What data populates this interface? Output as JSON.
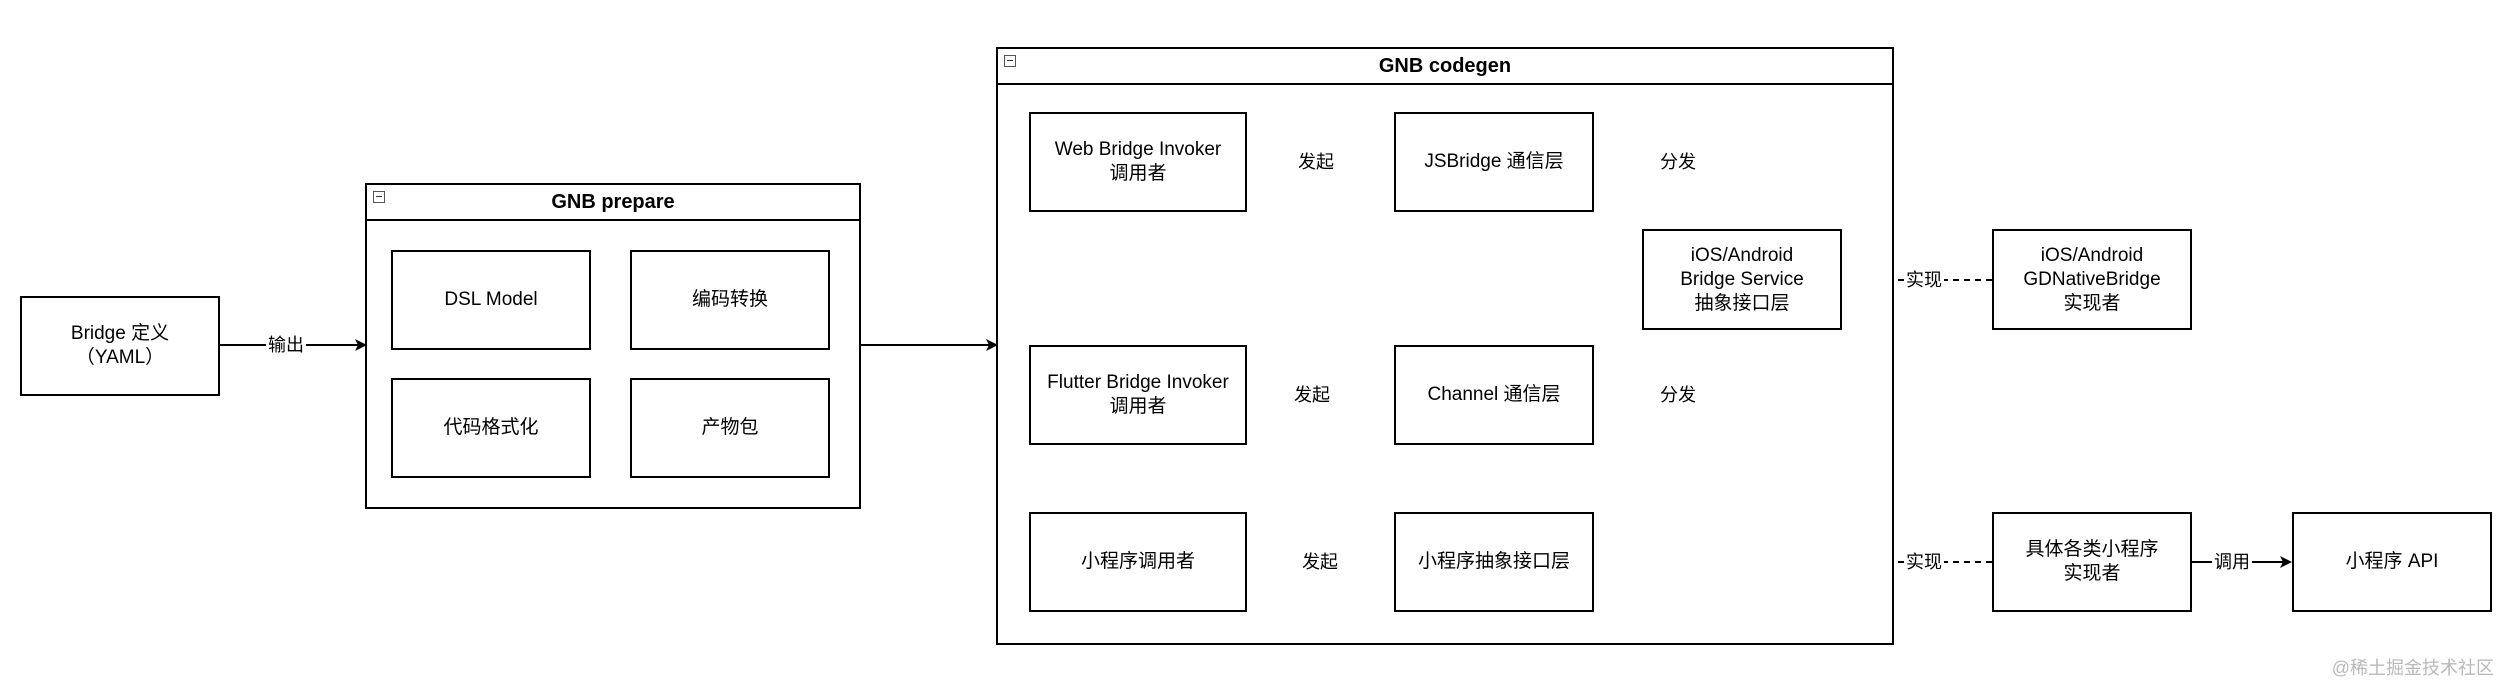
{
  "nodes": {
    "bridge_def": "Bridge 定义\n（YAML）",
    "dsl_model": "DSL Model",
    "encode_convert": "编码转换",
    "code_format": "代码格式化",
    "product_pkg": "产物包",
    "web_invoker": "Web Bridge Invoker\n调用者",
    "jsbridge_layer": "JSBridge 通信层",
    "flutter_invoker": "Flutter Bridge Invoker\n调用者",
    "channel_layer": "Channel 通信层",
    "mini_invoker": "小程序调用者",
    "mini_abstract": "小程序抽象接口层",
    "service_abstract": "iOS/Android\nBridge Service\n抽象接口层",
    "native_impl": "iOS/Android\nGDNativeBridge\n实现者",
    "mini_impl": "具体各类小程序\n实现者",
    "mini_api": "小程序 API"
  },
  "groups": {
    "prepare_title": "GNB prepare",
    "codegen_title": "GNB codegen"
  },
  "edge_labels": {
    "output": "输出",
    "initiate_web": "发起",
    "initiate_flutter": "发起",
    "initiate_mini": "发起",
    "dispatch_js": "分发",
    "dispatch_channel": "分发",
    "implement_native": "实现",
    "implement_mini": "实现",
    "call_api": "调用"
  },
  "watermark": "@稀土掘金技术社区",
  "colors": {
    "line": "#000000",
    "watermark": "#b9b9b9"
  }
}
